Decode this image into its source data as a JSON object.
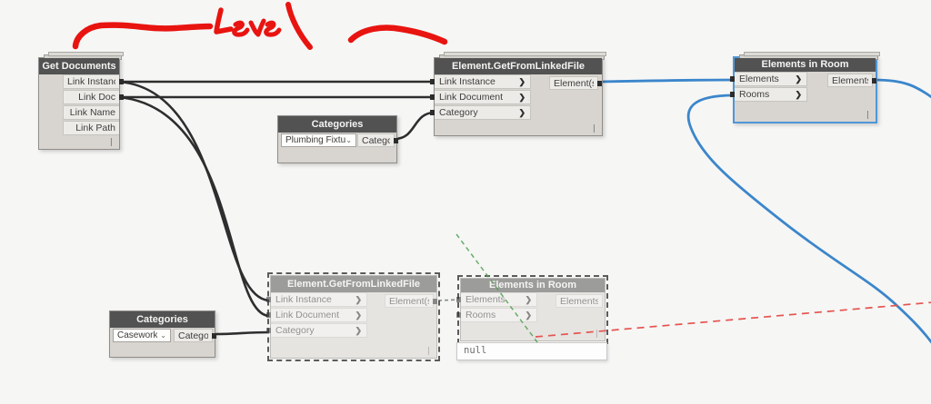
{
  "annotation": {
    "text": "Level",
    "color": "#e81410"
  },
  "icons": {
    "chevron_right": "❯",
    "chevron_down": "⌄",
    "lacing": "|"
  },
  "colors": {
    "canvas_background": "#f6f6f5",
    "node_header": "#525252",
    "node_body": "#d8d5d0",
    "port_box": "#edebe8",
    "wire_dark": "#2e2e2e",
    "wire_blue": "#3b86cb",
    "selection_blue": "#4f97d6",
    "dashed_wire_gray": "#8a8a8a",
    "dashed_red": "#e5544f",
    "dashed_green": "#4fa04f"
  },
  "nodes": {
    "get_documents": {
      "title": "Get Documents",
      "outputs": [
        "Link Instance",
        "Link Doc",
        "Link Name",
        "Link Path"
      ]
    },
    "get_from_linked_file_top": {
      "title": "Element.GetFromLinkedFile",
      "inputs": [
        "Link Instance",
        "Link Document",
        "Category"
      ],
      "outputs": [
        "Element(s)"
      ]
    },
    "categories_plumbing": {
      "title": "Categories",
      "dropdown_value": "Plumbing Fixtures",
      "outputs": [
        "Category"
      ]
    },
    "elements_in_room_top": {
      "title": "Elements in Room",
      "inputs": [
        "Elements",
        "Rooms"
      ],
      "outputs": [
        "Elements"
      ]
    },
    "get_from_linked_file_bottom": {
      "title": "Element.GetFromLinkedFile",
      "inputs": [
        "Link Instance",
        "Link Document",
        "Category"
      ],
      "outputs": [
        "Element(s)"
      ]
    },
    "categories_casework": {
      "title": "Categories",
      "dropdown_value": "Casework",
      "outputs": [
        "Category"
      ]
    },
    "elements_in_room_bottom": {
      "title": "Elements in Room",
      "inputs": [
        "Elements",
        "Rooms"
      ],
      "outputs": [
        "Elements"
      ],
      "preview_value": "null"
    }
  }
}
